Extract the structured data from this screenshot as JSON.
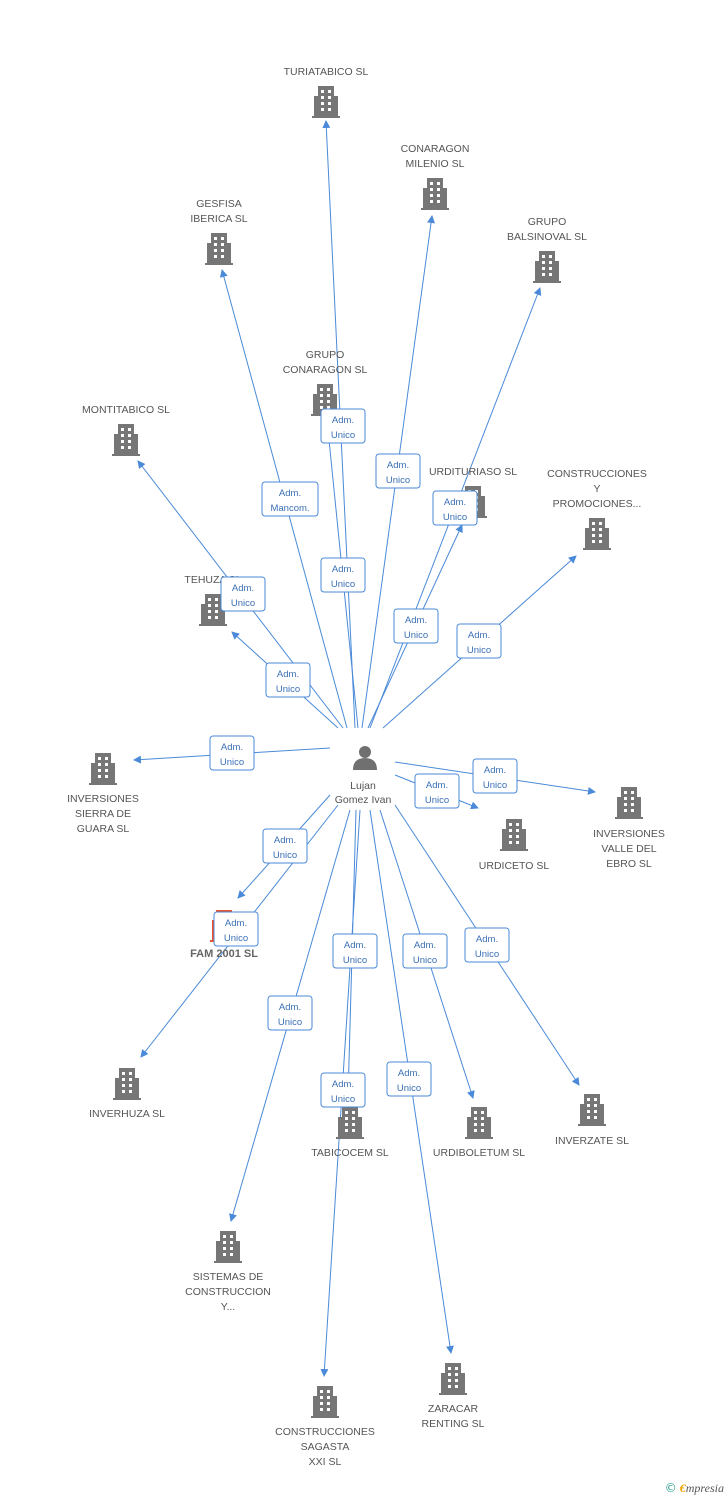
{
  "colors": {
    "edge": "#4a8ad8",
    "building": "#767676",
    "building_highlight": "#e8532c",
    "person": "#707070",
    "label": "#555555"
  },
  "center": {
    "name": [
      "Lujan",
      "Gomez Ivan"
    ],
    "icon": "person-icon"
  },
  "companies": [
    {
      "id": "turiatabico",
      "lines": [
        "TURIATABICO SL"
      ]
    },
    {
      "id": "conaragon-milenio",
      "lines": [
        "CONARAGON",
        "MILENIO SL"
      ]
    },
    {
      "id": "gesfisa",
      "lines": [
        "GESFISA",
        "IBERICA SL"
      ]
    },
    {
      "id": "grupo-balsinoval",
      "lines": [
        "GRUPO",
        "BALSINOVAL SL"
      ]
    },
    {
      "id": "grupo-conaragon",
      "lines": [
        "GRUPO",
        "CONARAGON SL"
      ]
    },
    {
      "id": "montitabico",
      "lines": [
        "MONTITABICO SL"
      ]
    },
    {
      "id": "urdituriaso",
      "lines": [
        "URDITURIASO SL"
      ]
    },
    {
      "id": "construcciones-promociones",
      "lines": [
        "CONSTRUCCIONES",
        "Y",
        "PROMOCIONES..."
      ]
    },
    {
      "id": "tehuza",
      "lines": [
        "TEHUZA SL"
      ]
    },
    {
      "id": "inversiones-sierra",
      "lines": [
        "INVERSIONES",
        "SIERRA DE",
        "GUARA SL"
      ]
    },
    {
      "id": "inversiones-valle",
      "lines": [
        "INVERSIONES",
        "VALLE DEL",
        "EBRO SL"
      ]
    },
    {
      "id": "urdiceto",
      "lines": [
        "URDICETO SL"
      ]
    },
    {
      "id": "fam-2001",
      "lines": [
        "FAM 2001 SL"
      ],
      "highlight": true
    },
    {
      "id": "inverhuza",
      "lines": [
        "INVERHUZA SL"
      ]
    },
    {
      "id": "tabicocem",
      "lines": [
        "TABICOCEM SL"
      ]
    },
    {
      "id": "urdiboletum",
      "lines": [
        "URDIBOLETUM SL"
      ]
    },
    {
      "id": "inverzate",
      "lines": [
        "INVERZATE SL"
      ]
    },
    {
      "id": "sistemas-construccion",
      "lines": [
        "SISTEMAS DE",
        "CONSTRUCCION",
        "Y..."
      ]
    },
    {
      "id": "construcciones-sagasta",
      "lines": [
        "CONSTRUCCIONES",
        "SAGASTA",
        "XXI SL"
      ]
    },
    {
      "id": "zaracar",
      "lines": [
        "ZARACAR",
        "RENTING SL"
      ]
    }
  ],
  "edges": [
    {
      "to": "turiatabico",
      "label": [
        "Adm.",
        "Unico"
      ]
    },
    {
      "to": "conaragon-milenio",
      "label": [
        "Adm.",
        "Unico"
      ]
    },
    {
      "to": "gesfisa",
      "label": [
        "Adm.",
        "Mancom."
      ]
    },
    {
      "to": "grupo-balsinoval",
      "label": [
        "Adm.",
        "Unico"
      ]
    },
    {
      "to": "grupo-conaragon",
      "label": [
        "Adm.",
        "Unico"
      ]
    },
    {
      "to": "montitabico",
      "label": [
        "Adm.",
        "Unico"
      ]
    },
    {
      "to": "urdituriaso",
      "label": [
        "Adm.",
        "Unico"
      ]
    },
    {
      "to": "construcciones-promociones",
      "label": [
        "Adm.",
        "Unico"
      ]
    },
    {
      "to": "tehuza",
      "label": [
        "Adm.",
        "Unico"
      ]
    },
    {
      "to": "inversiones-sierra",
      "label": [
        "Adm.",
        "Unico"
      ]
    },
    {
      "to": "inversiones-valle",
      "label": [
        "Adm.",
        "Unico"
      ]
    },
    {
      "to": "urdiceto",
      "label": [
        "Adm.",
        "Unico"
      ]
    },
    {
      "to": "fam-2001",
      "label": [
        "Adm.",
        "Unico"
      ]
    },
    {
      "to": "inverhuza",
      "label": [
        "Adm.",
        "Unico"
      ]
    },
    {
      "to": "tabicocem",
      "label": [
        "Adm.",
        "Unico"
      ]
    },
    {
      "to": "urdiboletum",
      "label": [
        "Adm.",
        "Unico"
      ]
    },
    {
      "to": "inverzate",
      "label": [
        "Adm.",
        "Unico"
      ]
    },
    {
      "to": "sistemas-construccion",
      "label": [
        "Adm.",
        "Unico"
      ]
    },
    {
      "to": "construcciones-sagasta",
      "label": [
        "Adm.",
        "Unico"
      ]
    },
    {
      "to": "zaracar",
      "label": [
        "Adm.",
        "Unico"
      ]
    }
  ],
  "footer": {
    "copyright_symbol": "©",
    "brand_initial": "€",
    "brand_rest": "mpresia"
  }
}
